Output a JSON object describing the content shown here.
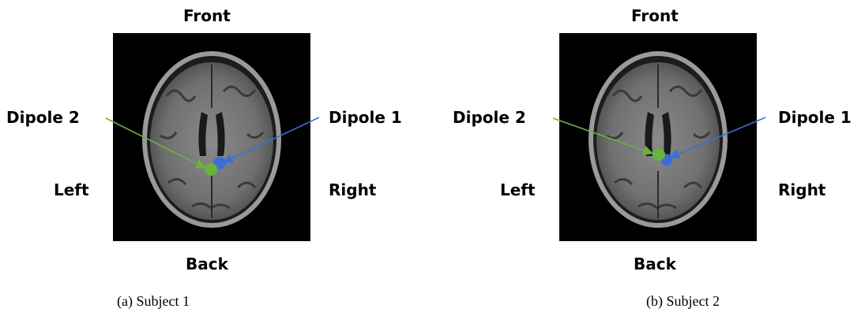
{
  "panels": [
    {
      "front": "Front",
      "back": "Back",
      "left": "Left",
      "right": "Right",
      "dipole_left": "Dipole 2",
      "dipole_right": "Dipole 1",
      "caption": "(a) Subject 1"
    },
    {
      "front": "Front",
      "back": "Back",
      "left": "Left",
      "right": "Right",
      "dipole_left": "Dipole 2",
      "dipole_right": "Dipole 1",
      "caption": "(b) Subject 2"
    }
  ],
  "colors": {
    "dipole_1": "#3b6fd6",
    "dipole_2": "#6ab23f",
    "background": "#000000"
  }
}
